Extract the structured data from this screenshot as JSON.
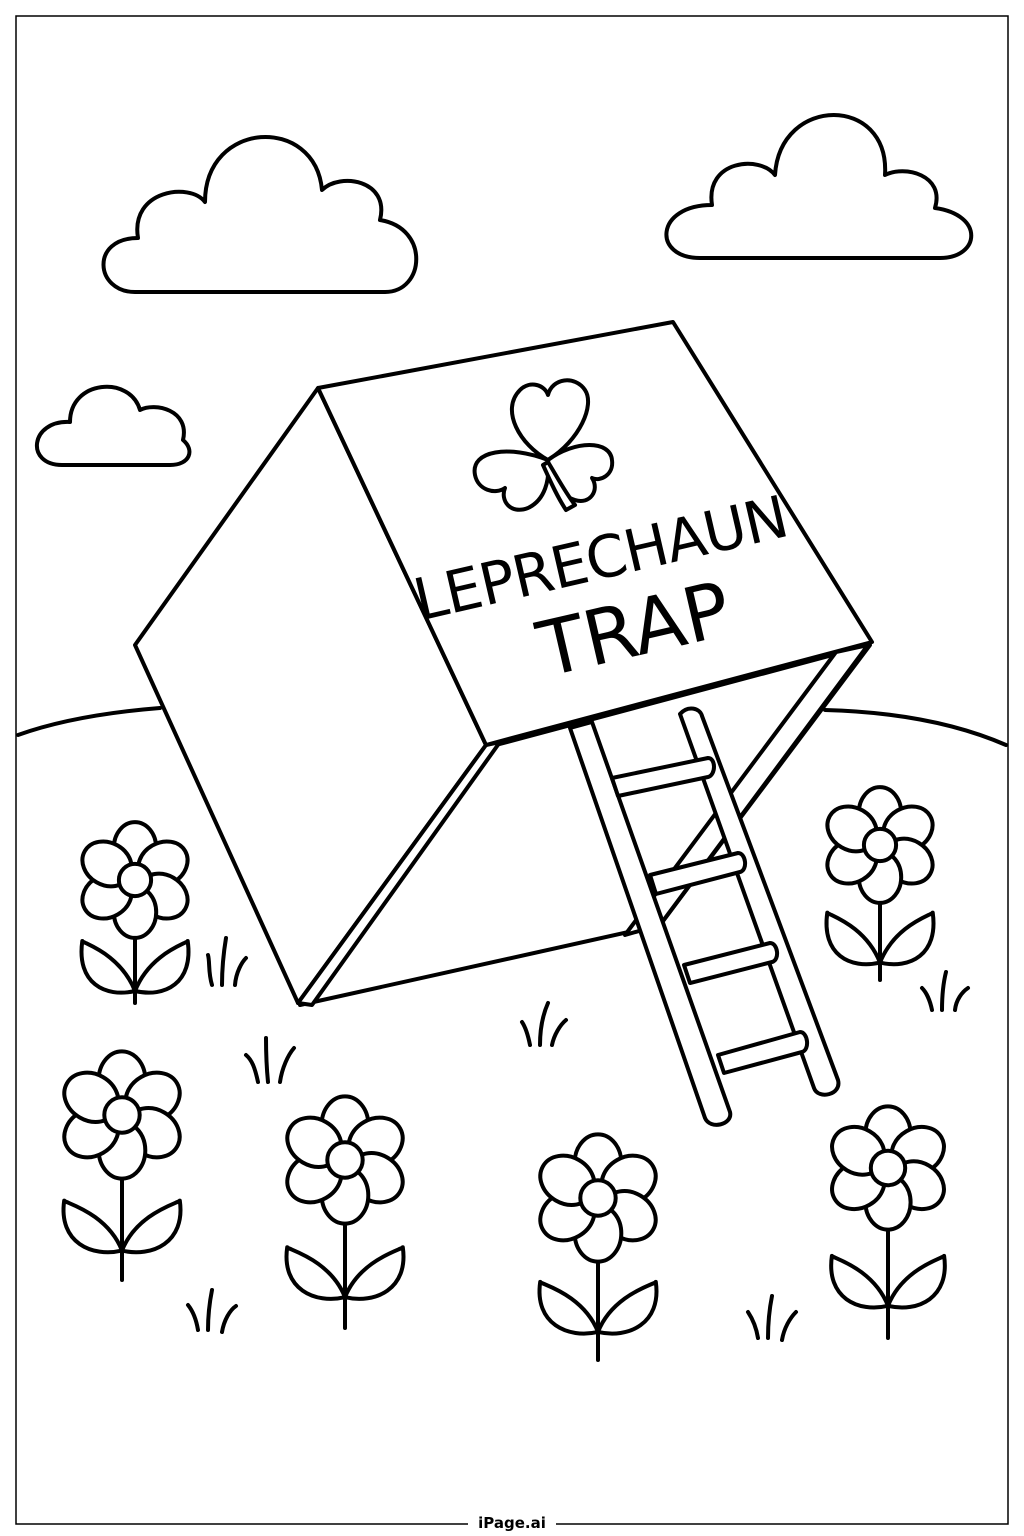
{
  "sign": {
    "line1": "LEPRECHAUN",
    "line2": "TRAP"
  },
  "footer": {
    "label": "iPage.ai"
  },
  "colors": {
    "ink": "#000000",
    "paper": "#ffffff"
  }
}
